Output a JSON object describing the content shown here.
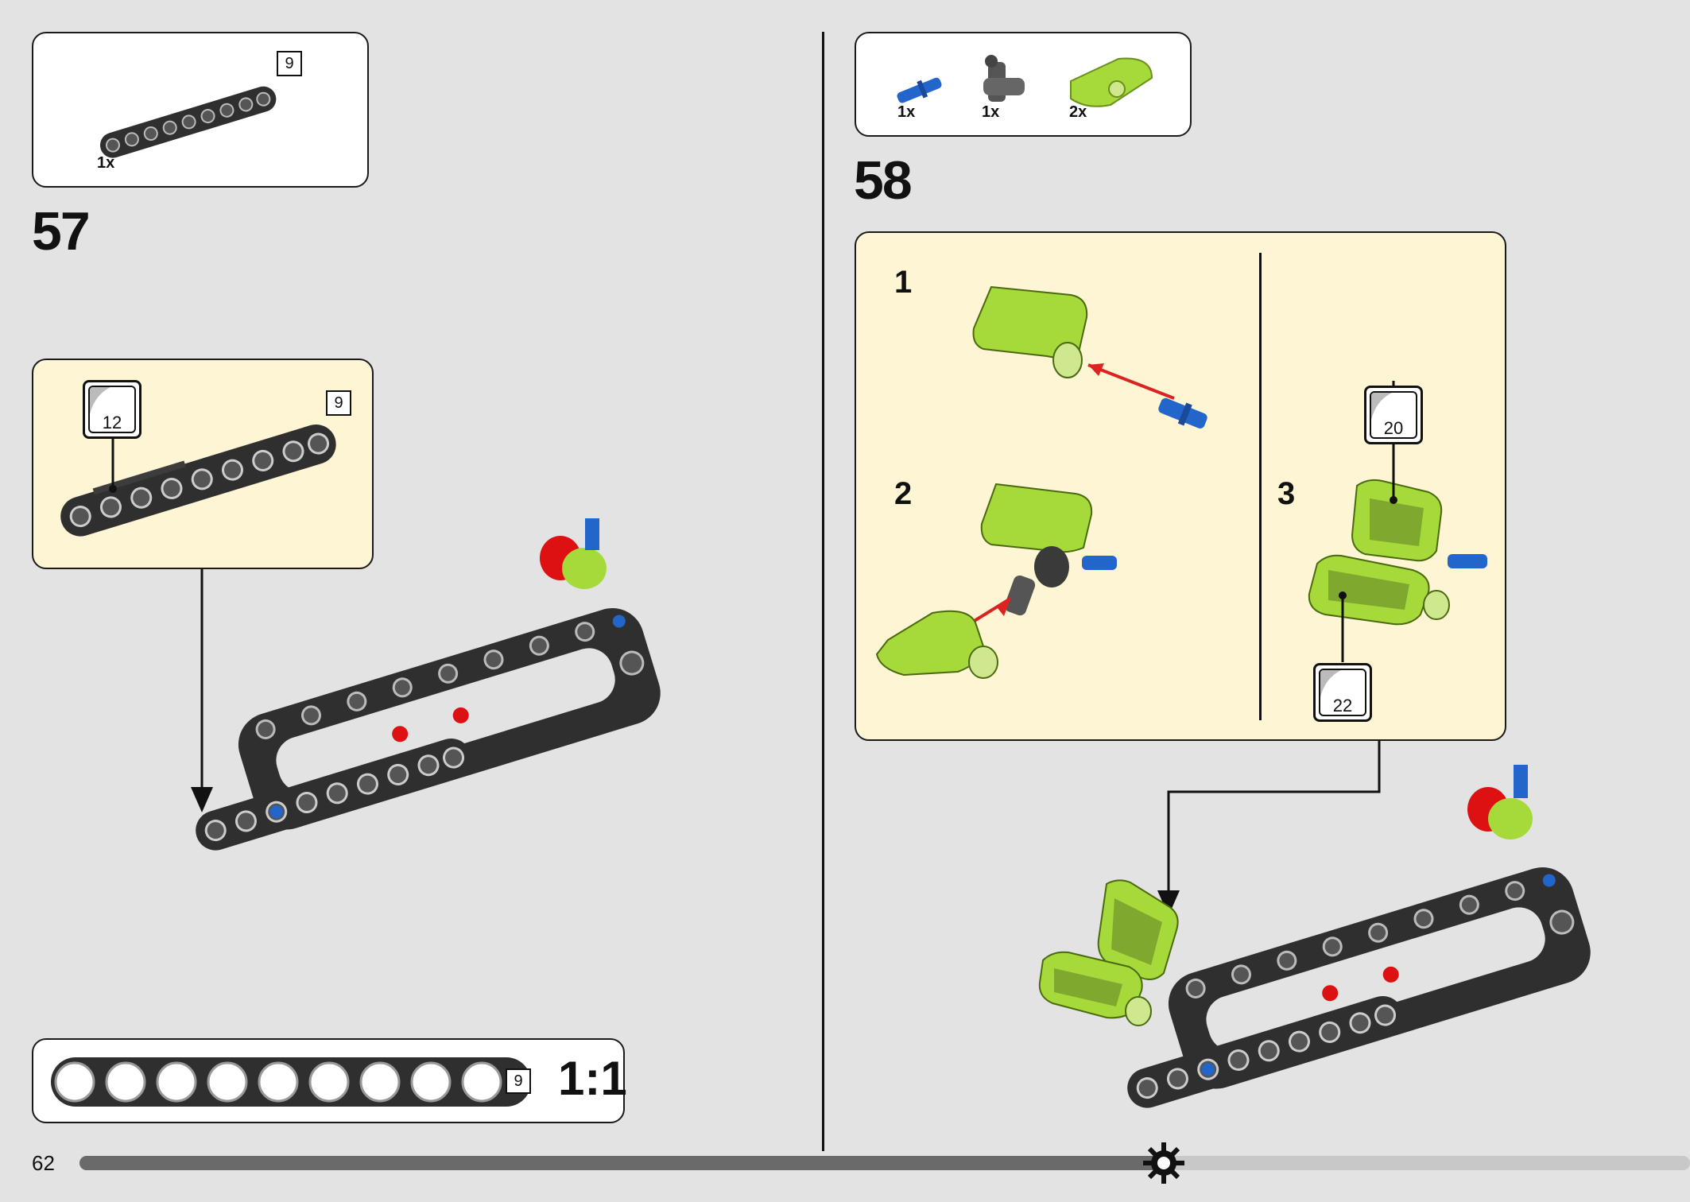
{
  "left": {
    "parts": [
      {
        "qty": "1x",
        "length": "9"
      }
    ],
    "step": "57",
    "sub": {
      "length": "9",
      "sticker": "12"
    },
    "ruler": {
      "length": "9",
      "scale": "1:1"
    }
  },
  "right": {
    "parts": [
      {
        "qty": "1x",
        "icon": "axle-pin-icon"
      },
      {
        "qty": "1x",
        "icon": "connector-icon"
      },
      {
        "qty": "2x",
        "icon": "panel-icon"
      }
    ],
    "step": "58",
    "substeps": [
      "1",
      "2",
      "3"
    ],
    "stickers": [
      "20",
      "22"
    ]
  },
  "footer": {
    "page": "62"
  },
  "colors": {
    "lime": "#a6d93a",
    "beam": "#2f2f2f",
    "tan": "#fdf5d3",
    "blue": "#2266cc",
    "red": "#dd1111"
  }
}
